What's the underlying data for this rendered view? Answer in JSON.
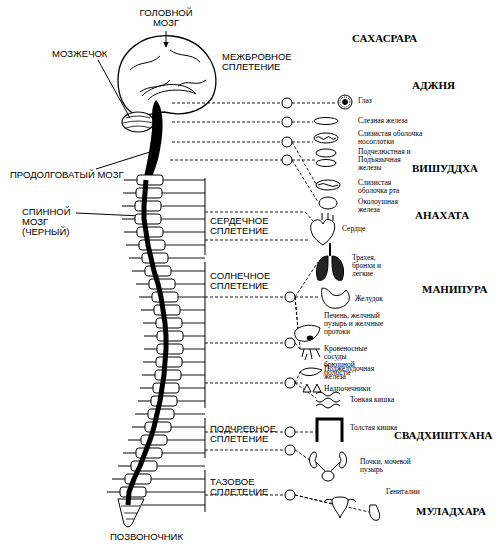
{
  "diagram": {
    "labels": [
      "ГОЛОВНОЙ МОЗГ",
      "САХАСРАРА",
      "МОЗЖЕЧОК",
      "МЕЖБРОВНОЕ СПЛЕТЕНИЕ",
      "АДЖНЯ",
      "Глаз",
      "Слезная железа",
      "Слизистая оболочка носоглотки",
      "Подчелюстная и Подъязычная железы",
      "ВИШУДДХА",
      "ПРОДОЛГОВАТЫЙ МОЗГ",
      "Слизистая оболочка рта",
      "Околоушная железа",
      "СПИННОЙ МОЗГ (ЧЕРНЫЙ)",
      "Сердце",
      "АНАХАТА",
      "СЕРДЕЧНОЕ СПЛЕТЕНИЕ",
      "Трахея, бронхи и легкие",
      "СОЛНЕЧНОЕ СПЛЕТЕНИЕ",
      "МАНИПУРА",
      "Желудок",
      "Печень, желчный пузырь и желчные протоки",
      "Кровеносные сосуды брюшной полости",
      "Поджелудочная железа",
      "Надпочечники",
      "Тонкая кишка",
      "Толстая кишка",
      "СВАДХИШТХАНА",
      "ПОДЧРЕВНОЕ СПЛЕТЕНИЕ",
      "Почки, мочевой пузырь",
      "ТАЗОВОЕ СПЛЕТЕНИЕ",
      "Гениталии",
      "МУЛАДХАРА",
      "ПОЗВОНОЧНИК"
    ]
  }
}
